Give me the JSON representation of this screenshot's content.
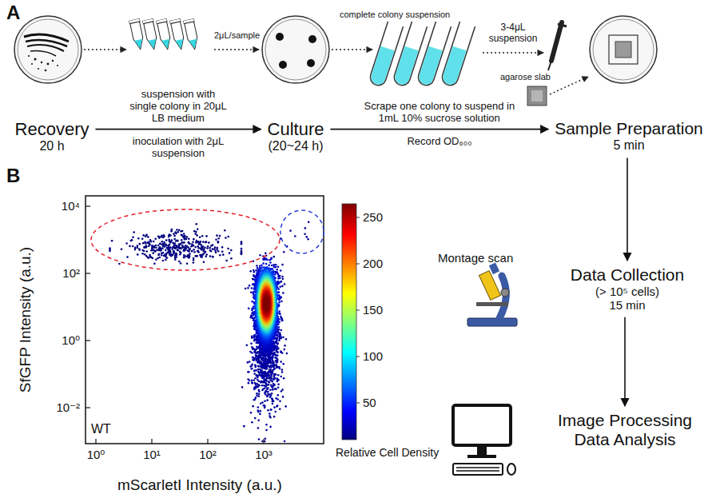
{
  "diagram": {
    "nodes": [
      {
        "text": [
          "Recovery",
          "20 h"
        ]
      },
      {
        "text": [
          "Culture",
          "(20~24 h)"
        ]
      },
      {
        "text": [
          "Sample Preparation",
          "5 min"
        ]
      },
      {
        "text": [
          "Data Collection",
          "(> 10⁵ cells)",
          "15 min"
        ]
      },
      {
        "text": [
          "Image Processing Data Analysis"
        ]
      }
    ],
    "edges": [
      {
        "from": 0,
        "to": 1,
        "arrow": "to",
        "label": "suspension with single colony in 20μL LB medium"
      },
      {
        "from": 1,
        "to": 2,
        "arrow": "to",
        "label": "Scrape one colony to suspend in 1mL 10% sucrose solution"
      },
      {
        "from": 2,
        "to": 3,
        "arrow": "to"
      },
      {
        "from": 3,
        "to": 4,
        "arrow": "to"
      }
    ],
    "labels": [
      "A",
      "2μL/sample",
      "complete colony suspension",
      "3-4μL suspension",
      "agarose slab",
      "inoculation with 2μL suspension",
      "Record OD₆₀₀",
      "B",
      "SfGFP Intensity (a.u.)",
      "10⁴",
      "10²",
      "10⁰",
      "10⁻²",
      "10⁰",
      "10¹",
      "10²",
      "10³",
      "mScarletI Intensity (a.u.)",
      "WT",
      "250",
      "200",
      "150",
      "100",
      "50",
      "Relative Cell Density",
      "Montage scan"
    ]
  }
}
